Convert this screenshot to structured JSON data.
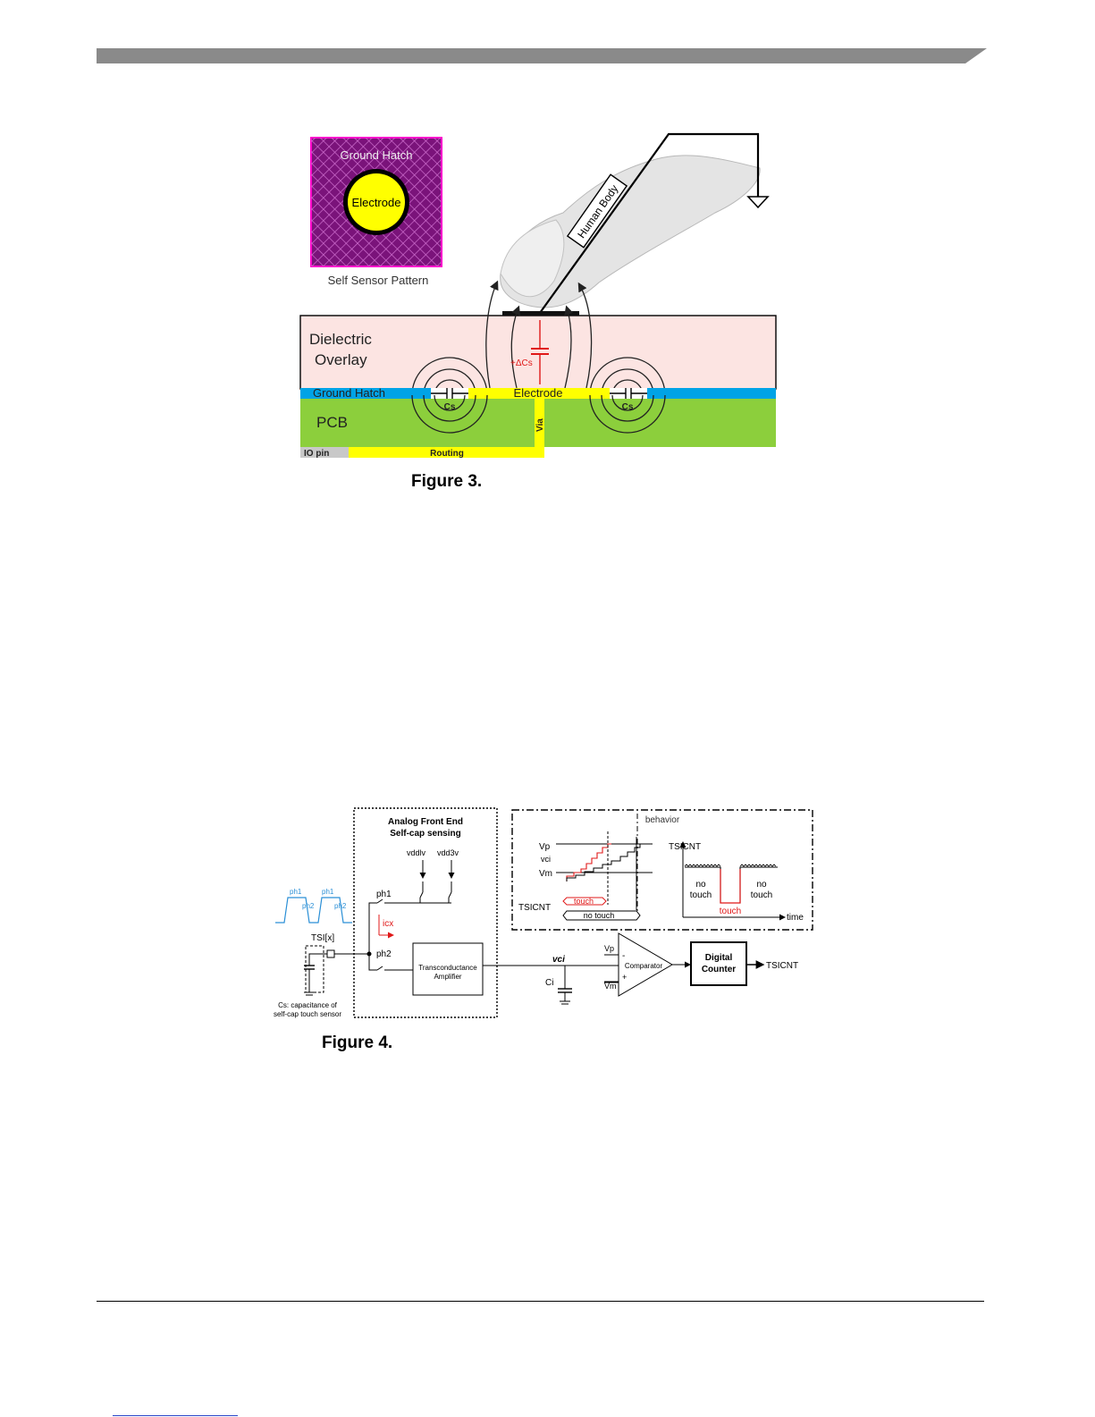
{
  "figure3": {
    "caption": "Figure 3.",
    "inset": {
      "ground_hatch": "Ground Hatch",
      "electrode": "Electrode",
      "pattern_label": "Self Sensor Pattern"
    },
    "human_body": "Human Body",
    "dielectric_line1": "Dielectric",
    "dielectric_line2": "Overlay",
    "delta_cs": "+ΔCs",
    "ground_hatch": "Ground Hatch",
    "electrode": "Electrode",
    "cs_left": "Cs",
    "cs_right": "Cs",
    "pcb": "PCB",
    "via": "Via",
    "io_pin": "IO pin",
    "routing": "Routing"
  },
  "figure4": {
    "caption": "Figure 4.",
    "afe_title_line1": "Analog Front End",
    "afe_title_line2": "Self-cap sensing",
    "vddlv": "vddlv",
    "vdd3v": "vdd3v",
    "ph1_switch": "ph1",
    "ph2_switch": "ph2",
    "icx": "icx",
    "tsi": "TSI[x]",
    "wave_ph1_a": "ph1",
    "wave_ph1_b": "ph1",
    "wave_ph2_a": "ph2",
    "wave_ph2_b": "ph2",
    "cs_note_line1": "Cs: capacitance of",
    "cs_note_line2": "self-cap touch sensor",
    "amp_line1": "Transconductance",
    "amp_line2": "Amplifier",
    "vci": "vci",
    "ci": "Ci",
    "vp_in": "Vp",
    "vm_in": "Vm",
    "minus": "-",
    "plus": "+",
    "comparator": "Comparator",
    "counter_line1": "Digital",
    "counter_line2": "Counter",
    "tsicnt_out": "TSICNT",
    "behavior": {
      "title": "behavior",
      "vp": "Vp",
      "vci": "vci",
      "vm": "Vm",
      "tsicnt_left": "TSICNT",
      "touch_tag": "touch",
      "no_touch_tag": "no touch",
      "tsicnt_axis": "TSICNT",
      "no_touch_1a": "no",
      "no_touch_1b": "touch",
      "no_touch_2a": "no",
      "no_touch_2b": "touch",
      "touch": "touch",
      "time": "time"
    }
  },
  "colors": {
    "header_bar": "#8a8a8a",
    "dielectric": "#fce4e2",
    "ground_hatch": "#00a3e6",
    "electrode": "#ffff00",
    "pcb": "#8ccf3c",
    "inset_bg": "#7a137a",
    "inset_border": "#ff00cc",
    "signal_blue": "#2a8fd6",
    "touch_red": "#e01818"
  }
}
